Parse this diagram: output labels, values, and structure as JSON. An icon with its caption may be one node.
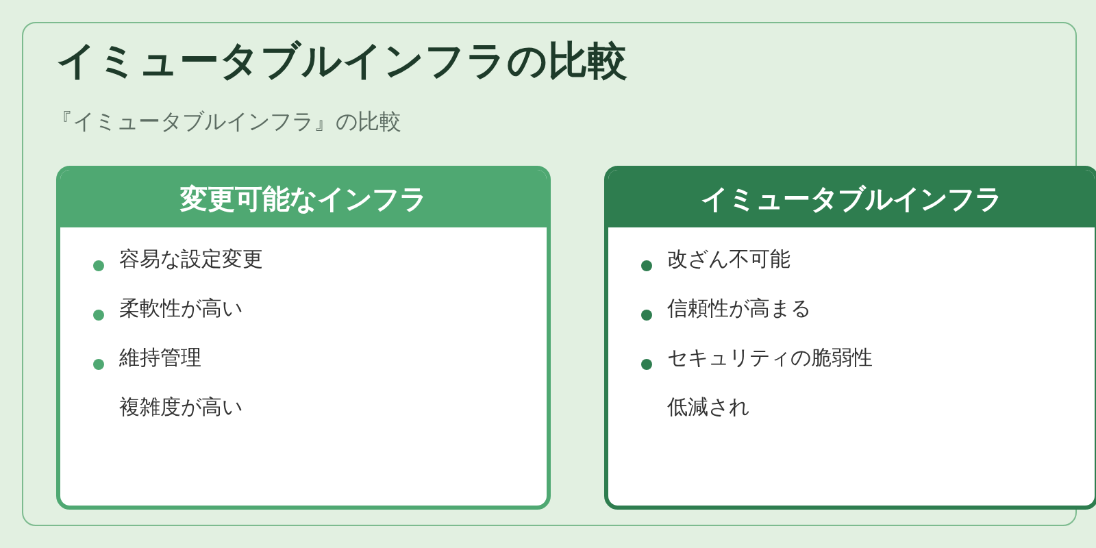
{
  "diagram": {
    "nodes": [
      {
        "text": [
          "イミュータブルインフラの比較",
          "『イミュータブルインフラ』の比較"
        ]
      },
      {
        "text": [
          "変更可能なインフラ",
          "容易な設定変更",
          "柔軟性が高い",
          "維持管理",
          "複雑度が高い"
        ],
        "in": 0
      },
      {
        "text": [
          "イミュータブルインフラ",
          "改ざん不可能",
          "信頼性が高まる",
          "セキュリティの脆弱性",
          "低減され"
        ],
        "in": 0
      }
    ]
  }
}
